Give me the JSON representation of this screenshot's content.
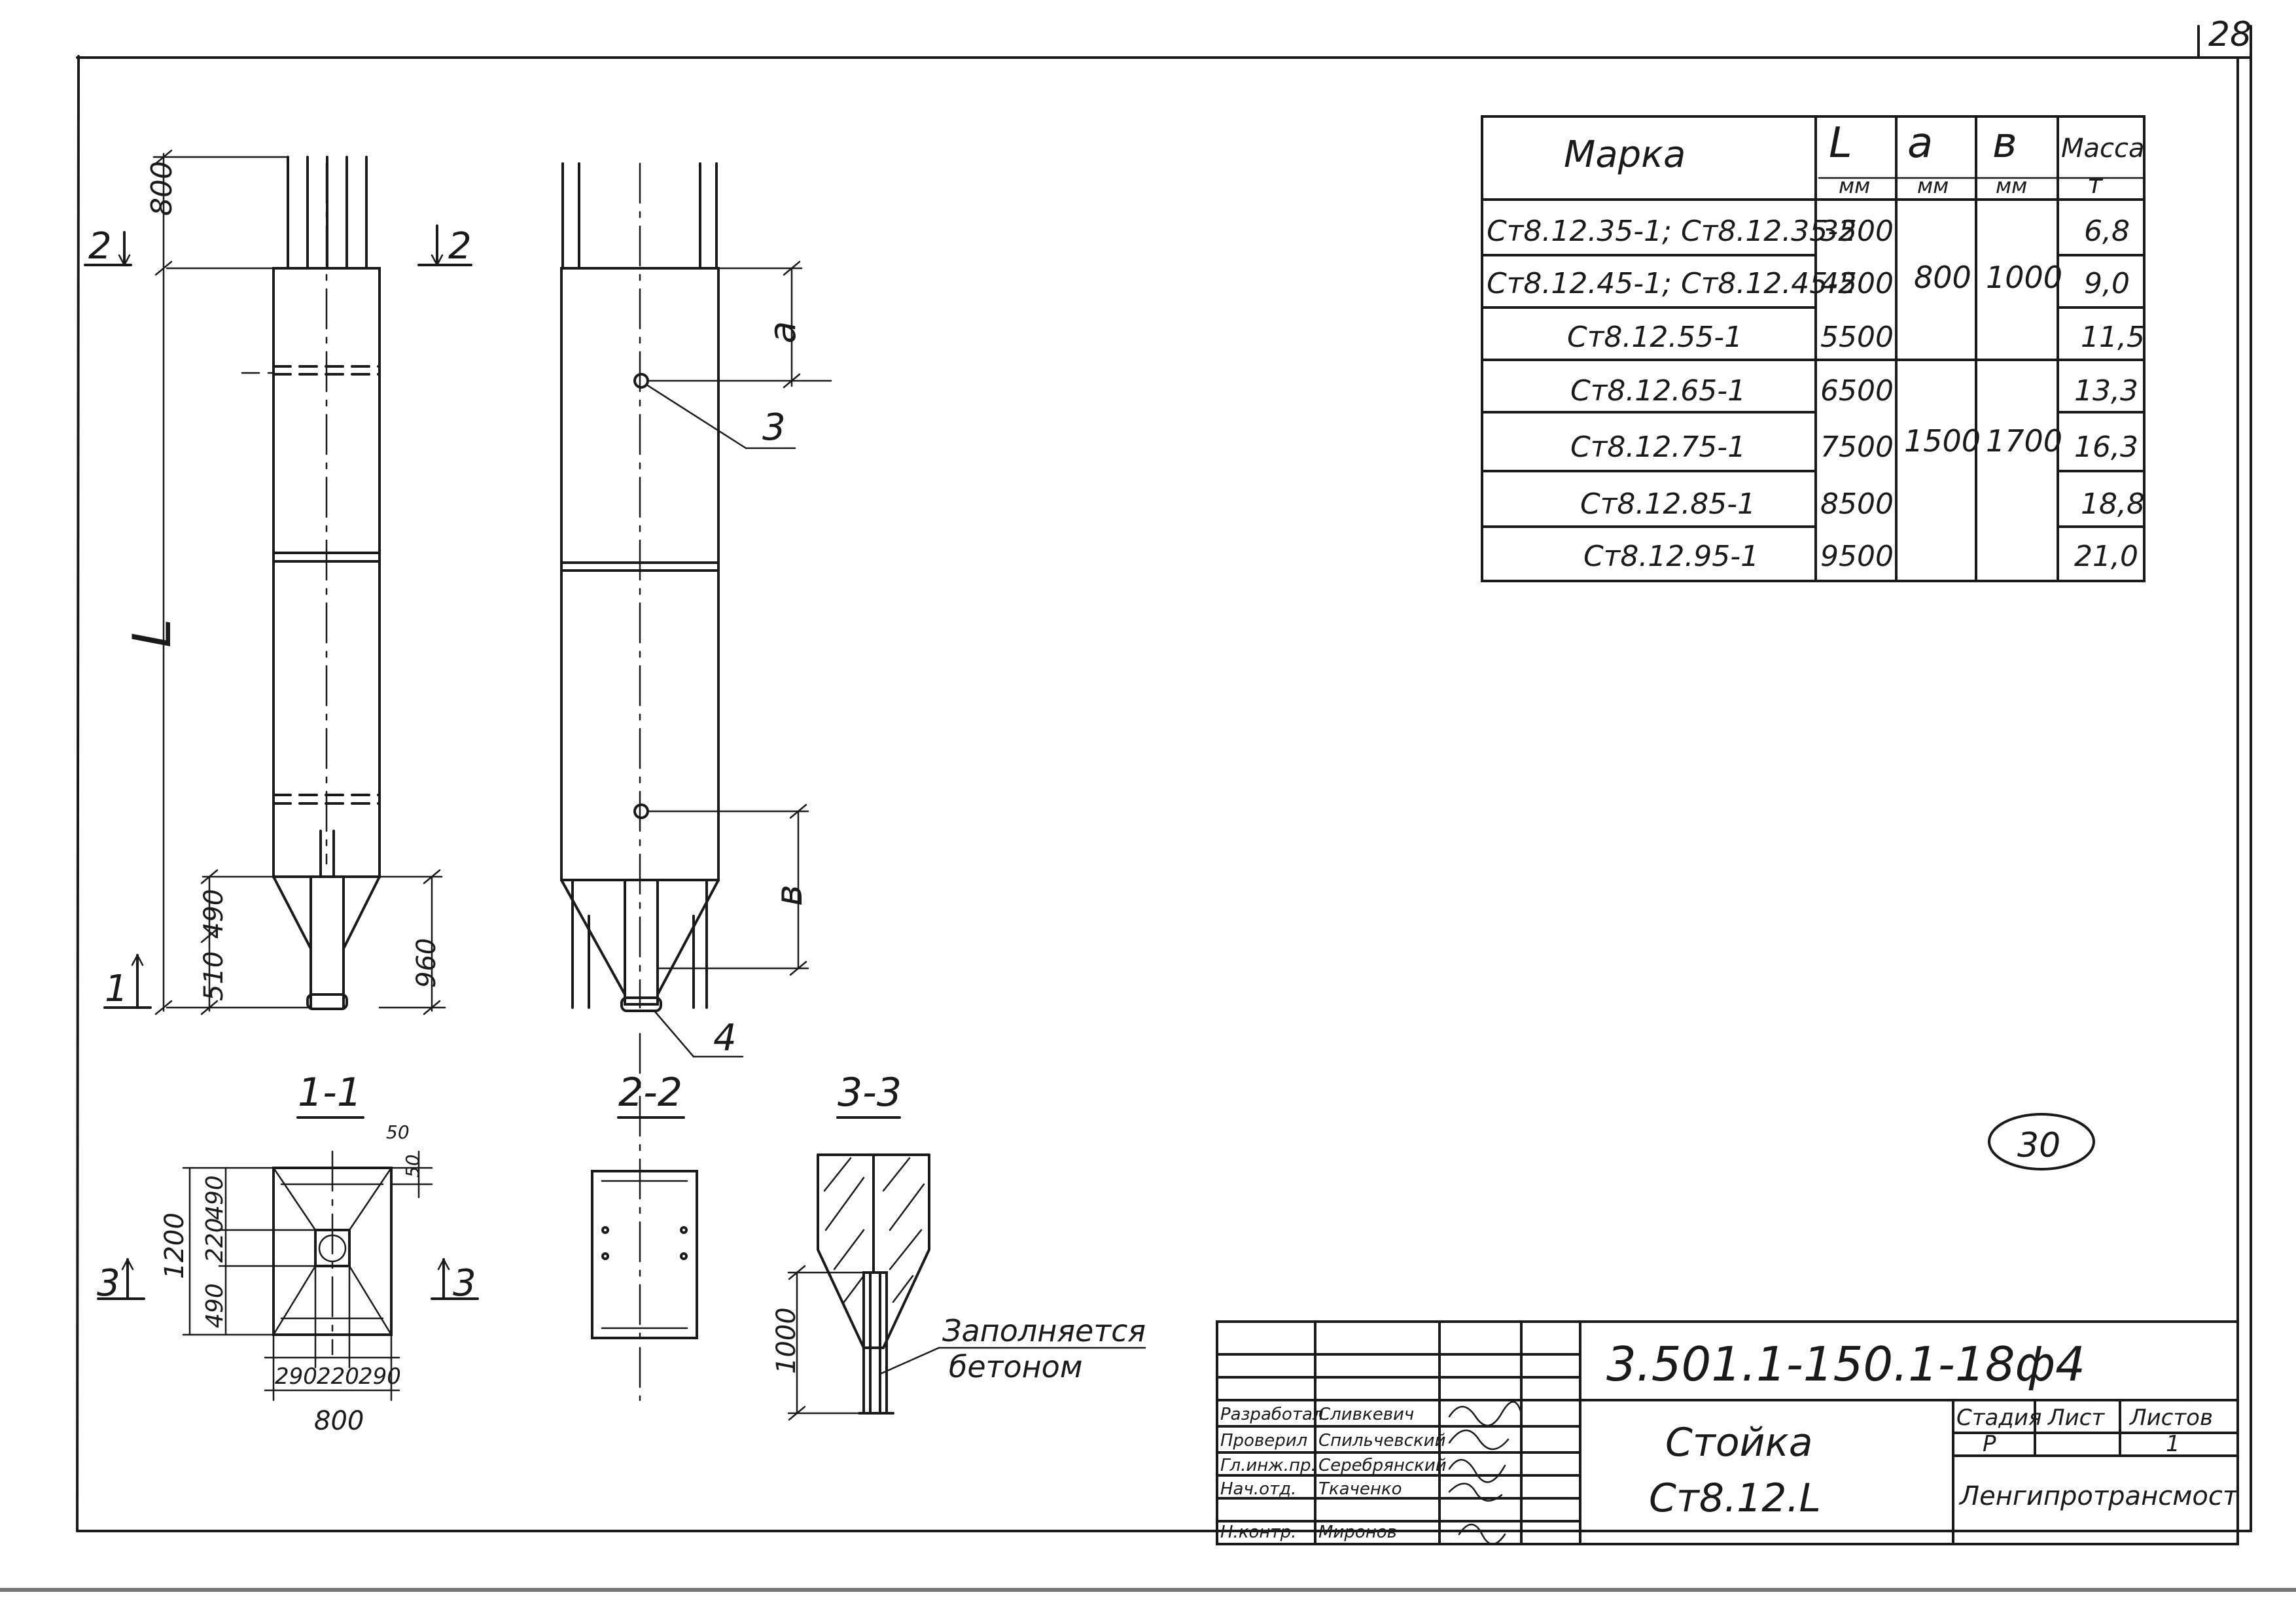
{
  "sheet_number": "28",
  "table": {
    "headers": {
      "mark": "Марка",
      "l": "L",
      "l_unit": "мм",
      "a": "a",
      "a_unit": "мм",
      "b": "в",
      "b_unit": "мм",
      "mass": "Масса",
      "mass_unit": "т"
    },
    "rows": [
      {
        "mark": "Ст8.12.35-1; Ст8.12.35-2",
        "l": "3500",
        "mass": "6,8"
      },
      {
        "mark": "Ст8.12.45-1; Ст8.12.45-2",
        "l": "4500",
        "mass": "9,0"
      },
      {
        "mark": "Ст8.12.55-1",
        "l": "5500",
        "mass": "11,5"
      },
      {
        "mark": "Ст8.12.65-1",
        "l": "6500",
        "mass": "13,3"
      },
      {
        "mark": "Ст8.12.75-1",
        "l": "7500",
        "mass": "16,3"
      },
      {
        "mark": "Ст8.12.85-1",
        "l": "8500",
        "mass": "18,8"
      },
      {
        "mark": "Ст8.12.95-1",
        "l": "9500",
        "mass": "21,0"
      }
    ],
    "group1_a": "800",
    "group1_b": "1000",
    "group2_a": "1500",
    "group2_b": "1700"
  },
  "drawing": {
    "cut2_left": "2",
    "cut2_right": "2",
    "cut1": "1",
    "dim_top": "800",
    "dim_l": "L",
    "dim_510": "510",
    "dim_490": "490",
    "dim_960": "960",
    "dim_a": "a",
    "dim_b": "в",
    "pos3": "3",
    "pos4": "4"
  },
  "sections": {
    "s11": "1-1",
    "s22": "2-2",
    "s33": "3-3",
    "d1200": "1200",
    "d490a": "490",
    "d220": "220",
    "d490b": "490",
    "d50a": "50",
    "d50b": "50",
    "d290a": "290",
    "d220b": "220",
    "d290b": "290",
    "d800": "800",
    "cut3_left": "3",
    "cut3_right": "3",
    "d1000": "1000",
    "note_line1": "Заполняется",
    "note_line2": "бетоном"
  },
  "stamp_circle": "30",
  "title_block": {
    "doc_code": "3.501.1-150.1-18ф4",
    "name_line1": "Стойка",
    "name_line2": "Ст8.12.L",
    "stage_label": "Стадия",
    "sheet_label": "Лист",
    "sheets_label": "Листов",
    "stage": "Р",
    "sheets": "1",
    "org": "Ленгипротрансмост",
    "roles": [
      "Разработал",
      "Проверил",
      "Гл.инж.пр.",
      "Нач.отд.",
      "Н.контр."
    ],
    "names": [
      "Сливкевич",
      "Спильчевский",
      "Серебрянский",
      "Ткаченко",
      "Миронов"
    ]
  }
}
